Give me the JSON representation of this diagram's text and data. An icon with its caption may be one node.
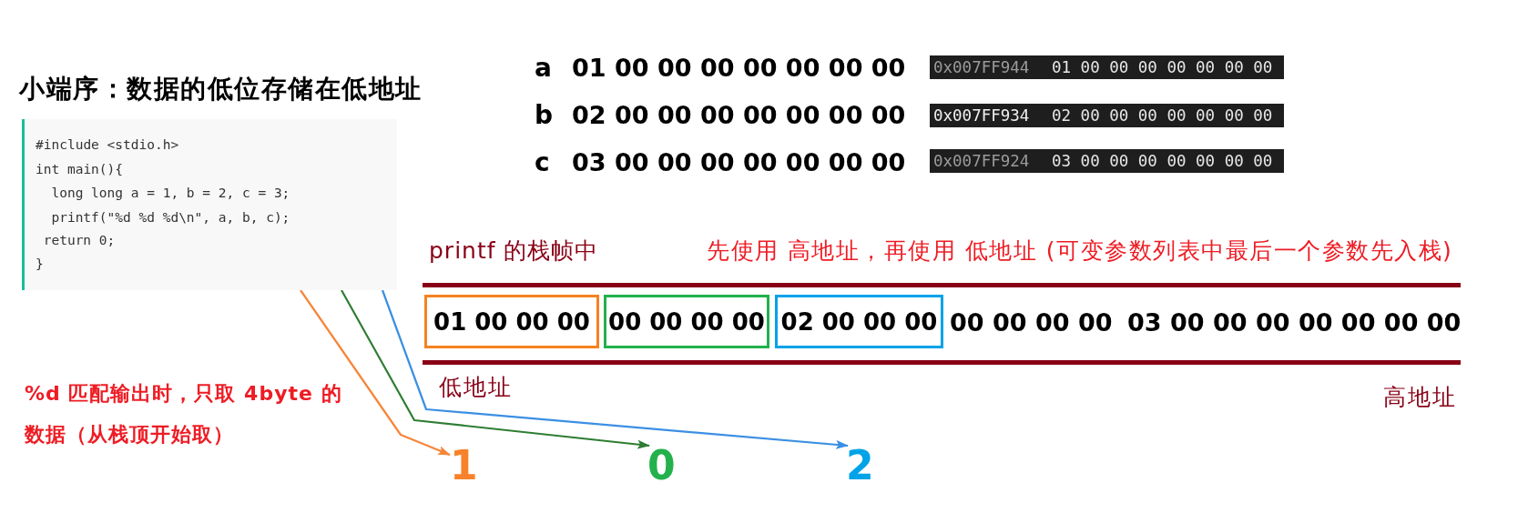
{
  "diagram": {
    "title": "小端序：数据的低位存储在低地址",
    "nodes": [
      {
        "text": [
          "#include <stdio.h>",
          "int main(){",
          "long long a = 1, b = 2, c = 3;",
          "printf(\"%d %d %d\\n\", a, b, c);",
          "return 0;",
          "}"
        ]
      },
      {
        "text": [
          "0x007FF944",
          "01 00 00 00 00 00 00 00"
        ]
      },
      {
        "text": [
          "0x007FF934",
          "02 00 00 00 00 00 00 00"
        ]
      },
      {
        "text": [
          "0x007FF924",
          "03 00 00 00 00 00 00 00"
        ]
      },
      {
        "text": [
          "00 00 00 00",
          "03 00 00 00 00 00 00 00"
        ]
      },
      {
        "text": [
          "01 00 00 00"
        ],
        "in": 4
      },
      {
        "text": [
          "00 00 00 00"
        ],
        "in": 4
      },
      {
        "text": [
          "02 00 00 00"
        ],
        "in": 4
      },
      {
        "text": [
          "1"
        ]
      },
      {
        "text": [
          "0"
        ]
      },
      {
        "text": [
          "2"
        ]
      }
    ],
    "edges": [
      {
        "from": 0,
        "to": 8,
        "arrow": "to",
        "color": "#f5863a"
      },
      {
        "from": 0,
        "to": 9,
        "arrow": "to",
        "color": "#2e7d32"
      },
      {
        "from": 0,
        "to": 10,
        "arrow": "to",
        "color": "#3b8fe3"
      }
    ],
    "labels": [
      "a",
      "01 00 00 00 00 00 00 00",
      "b",
      "02 00 00 00 00 00 00 00",
      "c",
      "03 00 00 00 00 00 00 00",
      "printf 的栈帧中",
      "先使用 高地址，再使用 低地址 (可变参数列表中最后一个参数先入栈)",
      "低地址",
      "高地址",
      "%d 匹配输出时，只取 4byte 的数据（从栈顶开始取）"
    ]
  }
}
